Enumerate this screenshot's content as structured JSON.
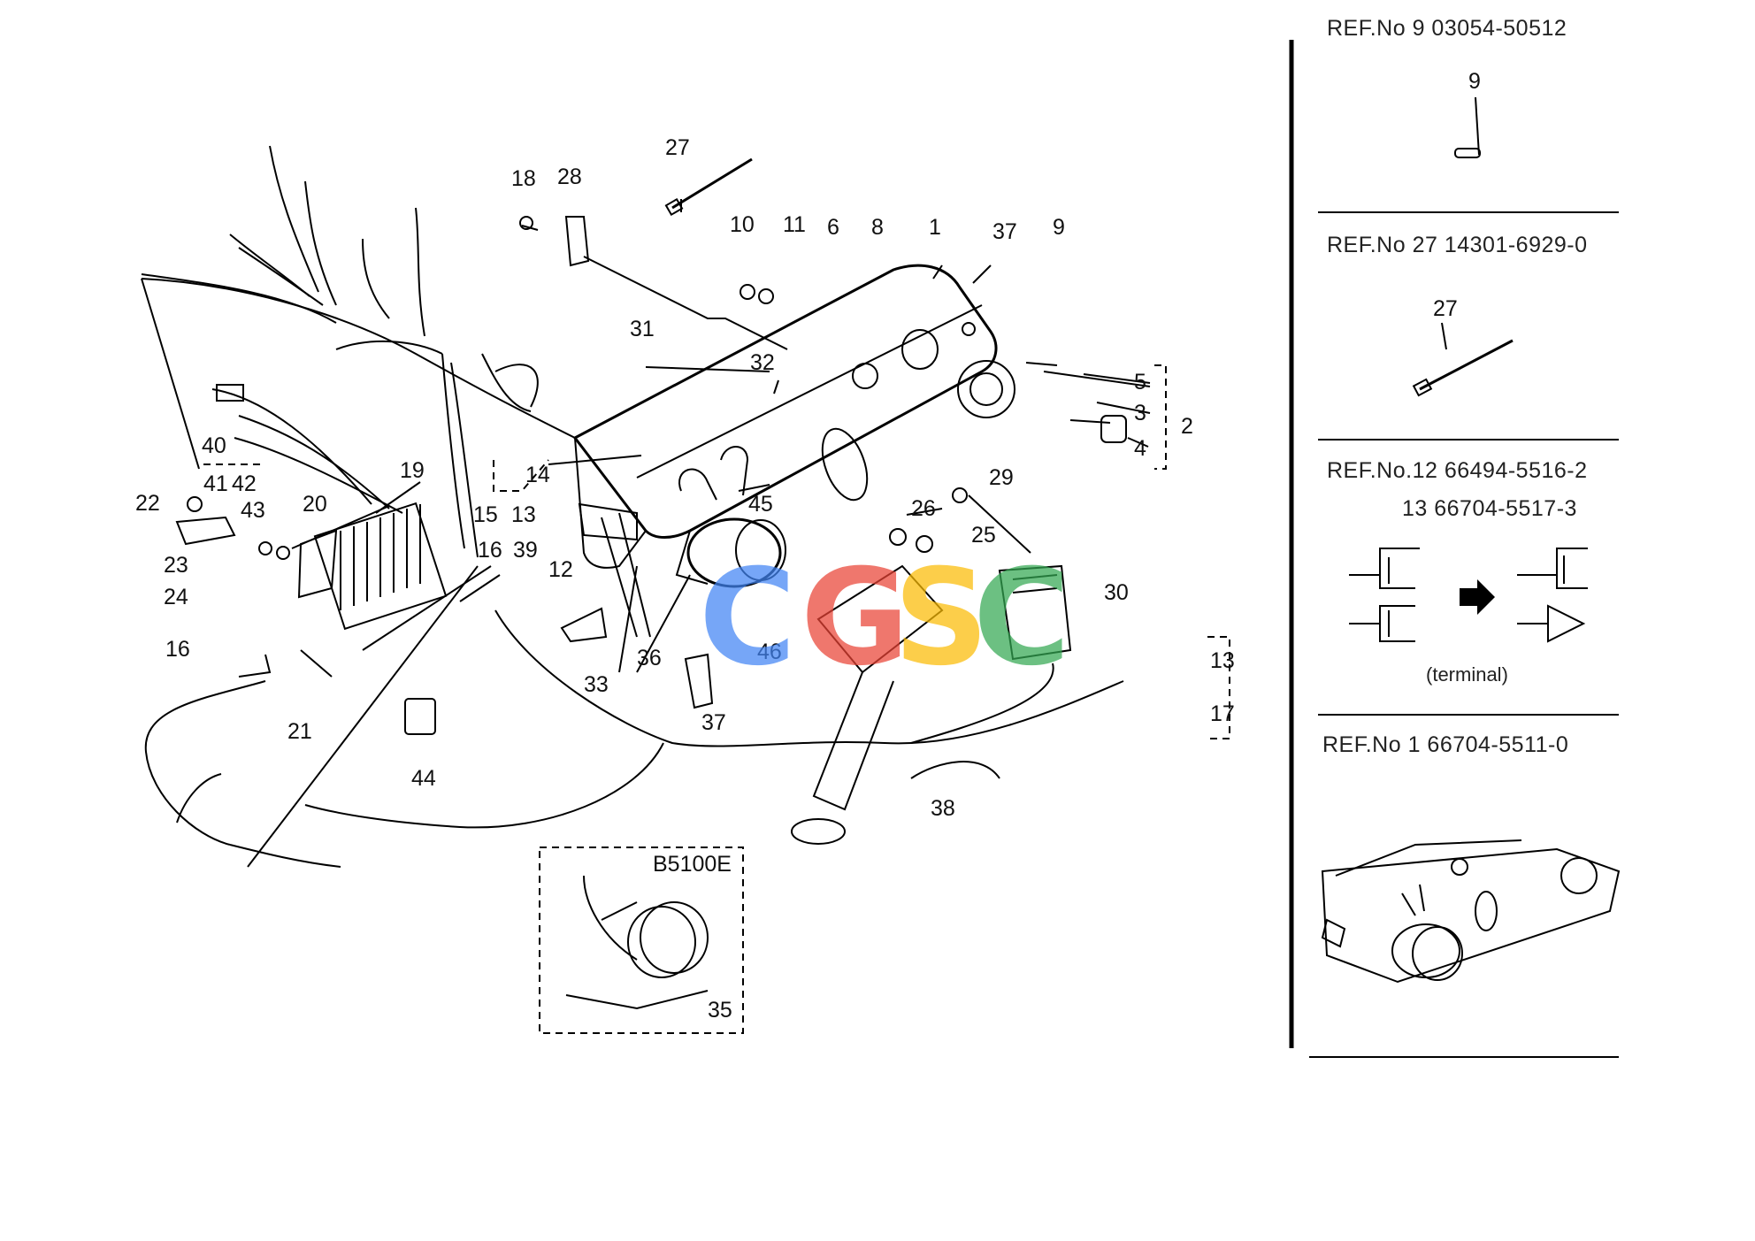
{
  "callouts": [
    "1",
    "2",
    "3",
    "4",
    "5",
    "6",
    "8",
    "9",
    "10",
    "11",
    "12",
    "13",
    "14",
    "15",
    "16",
    "17",
    "18",
    "19",
    "20",
    "21",
    "22",
    "23",
    "24",
    "25",
    "26",
    "27",
    "28",
    "29",
    "30",
    "31",
    "32",
    "33",
    "35",
    "36",
    "37",
    "38",
    "39",
    "40",
    "41",
    "42",
    "43",
    "44",
    "45",
    "46"
  ],
  "inset_box_label": "B5100E",
  "reference_panels": [
    {
      "title": "REF.No 9   03054-50512",
      "part_callout": "9"
    },
    {
      "title": "REF.No 27  14301-6929-0",
      "part_callout": "27"
    },
    {
      "title": "REF.No.12  66494-5516-2",
      "title2": "13  66704-5517-3",
      "caption": "(terminal)"
    },
    {
      "title": "REF.No 1    66704-5511-0"
    }
  ],
  "watermark": {
    "letters": [
      "C",
      "G",
      "S",
      "C"
    ],
    "colors": [
      "#4285F4",
      "#EA4335",
      "#FBBC05",
      "#34A853"
    ]
  }
}
